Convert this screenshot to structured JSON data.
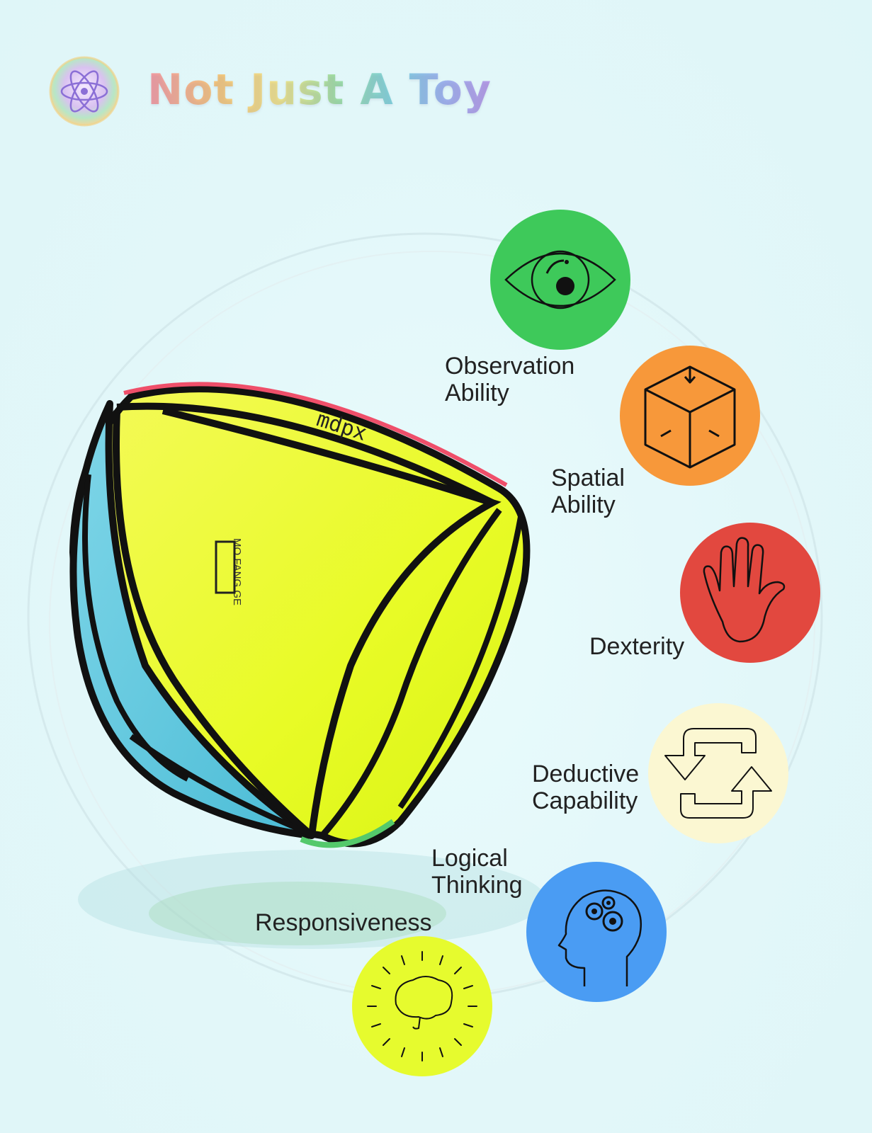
{
  "header": {
    "title": "Not Just A Toy",
    "logo_icon": "atom-icon"
  },
  "product": {
    "brand_mark": "mdpx",
    "logo_text": "MO FANG GE"
  },
  "abilities": [
    {
      "label_line1": "Observation",
      "label_line2": "Ability",
      "icon": "eye-icon",
      "color": "#3ec95a"
    },
    {
      "label_line1": "Spatial",
      "label_line2": "Ability",
      "icon": "cube-icon",
      "color": "#f7983a"
    },
    {
      "label_line1": "Dexterity",
      "label_line2": "",
      "icon": "hand-icon",
      "color": "#e2483f"
    },
    {
      "label_line1": "Deductive",
      "label_line2": "Capability",
      "icon": "cycle-arrows-icon",
      "color": "#fbf7d2"
    },
    {
      "label_line1": "Logical",
      "label_line2": "Thinking",
      "icon": "head-gears-icon",
      "color": "#4a9cf3"
    },
    {
      "label_line1": "Responsiveness",
      "label_line2": "",
      "icon": "brain-spark-icon",
      "color": "#e6fb2e"
    }
  ]
}
